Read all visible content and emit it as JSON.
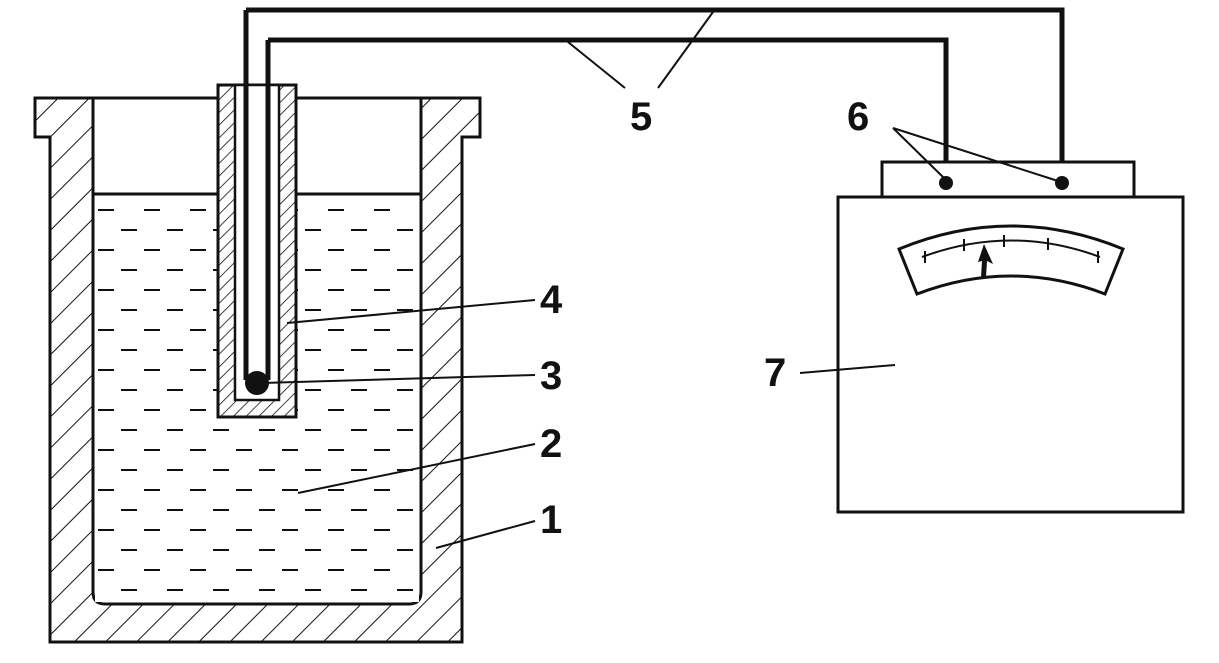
{
  "labels": {
    "vessel": "1",
    "liquid": "2",
    "junction": "3",
    "sheath": "4",
    "wires": "5",
    "terminals": "6",
    "meter": "7"
  },
  "colors": {
    "ink": "#111111",
    "background": "#ffffff"
  }
}
